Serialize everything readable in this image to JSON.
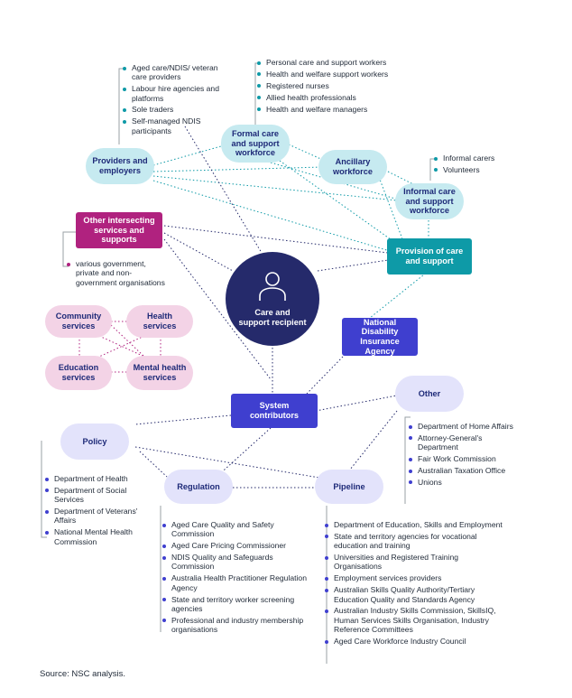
{
  "nodes": {
    "center": "Care and support recipient",
    "providers": "Providers and employers",
    "formal": "Formal care and support workforce",
    "ancillary": "Ancillary workforce",
    "informal": "Informal care and support workforce",
    "provision": "Provision of care and support",
    "other_intersecting": "Other intersecting services and supports",
    "community": "Community services",
    "health": "Health services",
    "education": "Education services",
    "mental": "Mental health services",
    "ndia": "National Disability Insurance Agency",
    "system": "System contributors",
    "other": "Other",
    "policy": "Policy",
    "regulation": "Regulation",
    "pipeline": "Pipeline"
  },
  "lists": {
    "providers": [
      "Aged care/NDIS/ veteran care providers",
      "Labour hire agencies and platforms",
      "Sole traders",
      "Self-managed NDIS participants"
    ],
    "formal": [
      "Personal care and support workers",
      "Health and welfare support workers",
      "Registered nurses",
      "Allied health professionals",
      "Health and welfare managers"
    ],
    "informal": [
      "Informal carers",
      "Volunteers"
    ],
    "other_intersecting": [
      "various government, private and non-government organisations"
    ],
    "other": [
      "Department of Home Affairs",
      "Attorney-General's Department",
      "Fair Work Commission",
      "Australian Taxation Office",
      "Unions"
    ],
    "policy": [
      "Department of Health",
      "Department of Social Services",
      "Department of Veterans' Affairs",
      "National Mental Health Commission"
    ],
    "regulation": [
      "Aged Care Quality and Safety Commission",
      "Aged Care Pricing Commissioner",
      "NDIS Quality and Safeguards Commission",
      "Australia Health Practitioner Regulation Agency",
      "State and territory worker screening agencies",
      "Professional and industry membership organisations"
    ],
    "pipeline": [
      "Department of Education, Skills and Employment",
      "State and territory agencies for vocational education and training",
      "Universities and Registered Training Organisations",
      "Employment services providers",
      "Australian Skills Quality Authority/Tertiary Education Quality and Standards Agency",
      "Australian Industry Skills Commission, SkillsIQ, Human Services Skills Organisation, Industry Reference Committees",
      "Aged Care Workforce Industry Council"
    ]
  },
  "source": "Source: NSC analysis.",
  "colors": {
    "teal": "#0e9aa7",
    "magenta": "#b0227f",
    "indigo": "#3f3fcf",
    "navy": "#252a6b",
    "light_teal": "#c6eaf0",
    "lavender": "#e3e3fb",
    "pink": "#f3d3e6"
  },
  "icons": {
    "center": "person-icon"
  }
}
